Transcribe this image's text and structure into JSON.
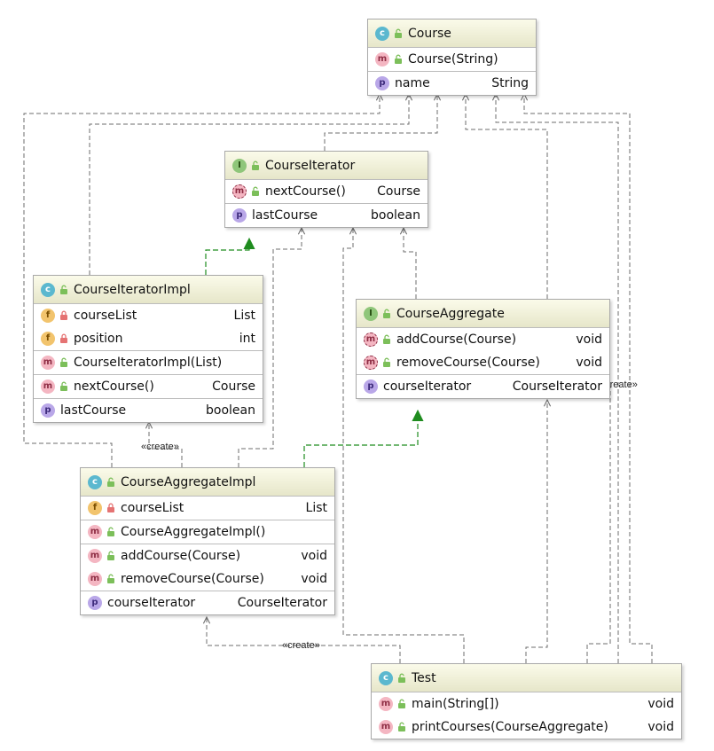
{
  "stereotype_create": "«create»",
  "colors": {
    "dash": "#6e6e6e",
    "realize": "#1f8c1f"
  },
  "classes": {
    "course": {
      "name": "Course",
      "sections": [
        [
          {
            "kind": "m",
            "vis": "public",
            "text": "Course(String)",
            "type": ""
          }
        ],
        [
          {
            "kind": "p",
            "vis": "",
            "text": "name",
            "type": "String"
          }
        ]
      ]
    },
    "course_iterator": {
      "name": "CourseIterator",
      "sections": [
        [
          {
            "kind": "m",
            "abstract": true,
            "vis": "public",
            "text": "nextCourse()",
            "type": "Course"
          }
        ],
        [
          {
            "kind": "p",
            "vis": "",
            "text": "lastCourse",
            "type": "boolean"
          }
        ]
      ]
    },
    "course_iterator_impl": {
      "name": "CourseIteratorImpl",
      "sections": [
        [
          {
            "kind": "f",
            "vis": "private",
            "text": "courseList",
            "type": "List"
          },
          {
            "kind": "f",
            "vis": "private",
            "text": "position",
            "type": "int"
          }
        ],
        [
          {
            "kind": "m",
            "vis": "public",
            "text": "CourseIteratorImpl(List)",
            "type": ""
          }
        ],
        [
          {
            "kind": "m",
            "vis": "public",
            "text": "nextCourse()",
            "type": "Course"
          }
        ],
        [
          {
            "kind": "p",
            "vis": "",
            "text": "lastCourse",
            "type": "boolean"
          }
        ]
      ]
    },
    "course_aggregate": {
      "name": "CourseAggregate",
      "sections": [
        [
          {
            "kind": "m",
            "abstract": true,
            "vis": "public",
            "text": "addCourse(Course)",
            "type": "void"
          },
          {
            "kind": "m",
            "abstract": true,
            "vis": "public",
            "text": "removeCourse(Course)",
            "type": "void"
          }
        ],
        [
          {
            "kind": "p",
            "vis": "",
            "text": "courseIterator",
            "type": "CourseIterator"
          }
        ]
      ]
    },
    "course_aggregate_impl": {
      "name": "CourseAggregateImpl",
      "sections": [
        [
          {
            "kind": "f",
            "vis": "private",
            "text": "courseList",
            "type": "List"
          }
        ],
        [
          {
            "kind": "m",
            "vis": "public",
            "text": "CourseAggregateImpl()",
            "type": ""
          }
        ],
        [
          {
            "kind": "m",
            "vis": "public",
            "text": "addCourse(Course)",
            "type": "void"
          },
          {
            "kind": "m",
            "vis": "public",
            "text": "removeCourse(Course)",
            "type": "void"
          }
        ],
        [
          {
            "kind": "p",
            "vis": "",
            "text": "courseIterator",
            "type": "CourseIterator"
          }
        ]
      ]
    },
    "test": {
      "name": "Test",
      "sections": [
        [
          {
            "kind": "m",
            "static": true,
            "vis": "public",
            "text": "main(String[])",
            "type": "void"
          },
          {
            "kind": "m",
            "static": true,
            "vis": "public",
            "text": "printCourses(CourseAggregate)",
            "type": "void"
          }
        ]
      ]
    }
  }
}
